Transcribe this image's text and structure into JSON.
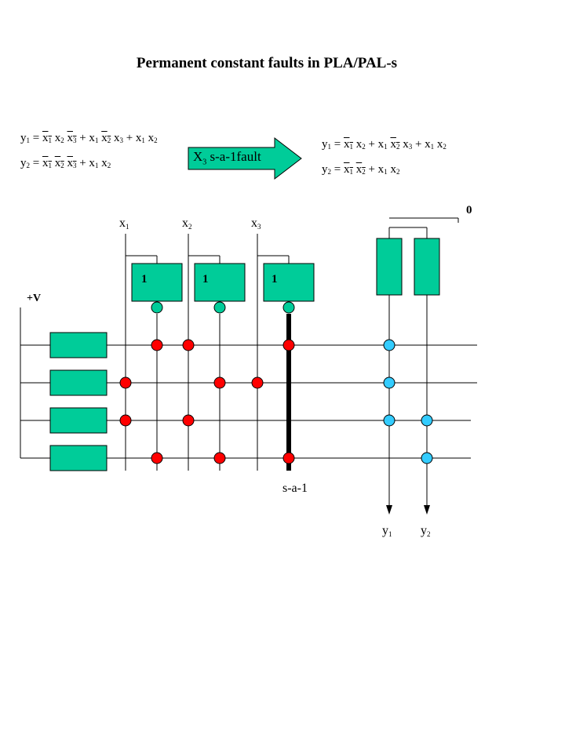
{
  "title": "Permanent constant faults in PLA/PAL-s",
  "arrow_label": {
    "main": "X",
    "sub": "3",
    "rest": " s-a-1fault"
  },
  "left_equations": {
    "y1": "y₁ = x̄₁ x₂ x̄₃ + x₁ x̄₂ x₃ + x₁ x₂",
    "y2": "y₂ = x̄₁ x̄₂ x̄₃ + x₁ x₂"
  },
  "right_equations": {
    "y1": "y₁ = x̄₁ x₂ + x₁ x̄₂ x₃ + x₁ x₂",
    "y2": "y₂ = x̄₁ x̄₂ + x₁ x₂"
  },
  "circuit": {
    "inputs": [
      {
        "main": "x",
        "sub": "1"
      },
      {
        "main": "x",
        "sub": "2"
      },
      {
        "main": "x",
        "sub": "3"
      }
    ],
    "buffer_labels": [
      "1",
      "1",
      "1"
    ],
    "supply_label": "+V",
    "zero_label": "0",
    "fault_label": "s-a-1",
    "outputs": [
      {
        "main": "y",
        "sub": "1"
      },
      {
        "main": "y",
        "sub": "2"
      }
    ]
  },
  "colors": {
    "green": "#00cc99",
    "red": "#ff0000",
    "blue": "#33ccff",
    "black": "#000000"
  }
}
